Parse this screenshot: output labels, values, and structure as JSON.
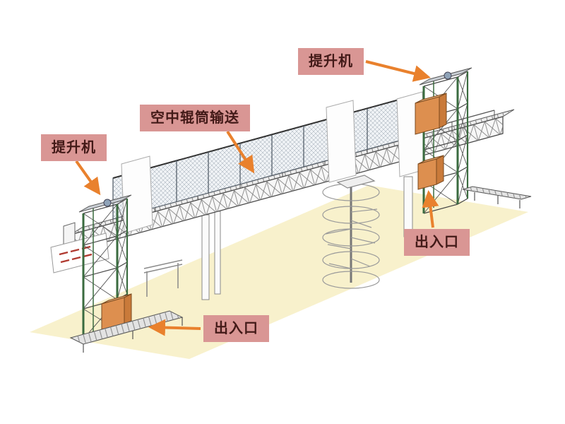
{
  "figure": {
    "type": "isometric-equipment-diagram",
    "background": "#ffffff"
  },
  "labels": {
    "lifter_right": "提升机",
    "conveyor": "空中辊筒输送",
    "lifter_left": "提升机",
    "exit_right": "出入口",
    "exit_left": "出入口"
  },
  "colors": {
    "label_bg": "#d99694",
    "label_text": "#431a18",
    "arrow": "#e9812d",
    "floor": "#f8f1cc",
    "cargo_box": "#dd8f4f",
    "tower_frame": "#3a6b3f",
    "mesh_fence": "#9aa4b0"
  }
}
